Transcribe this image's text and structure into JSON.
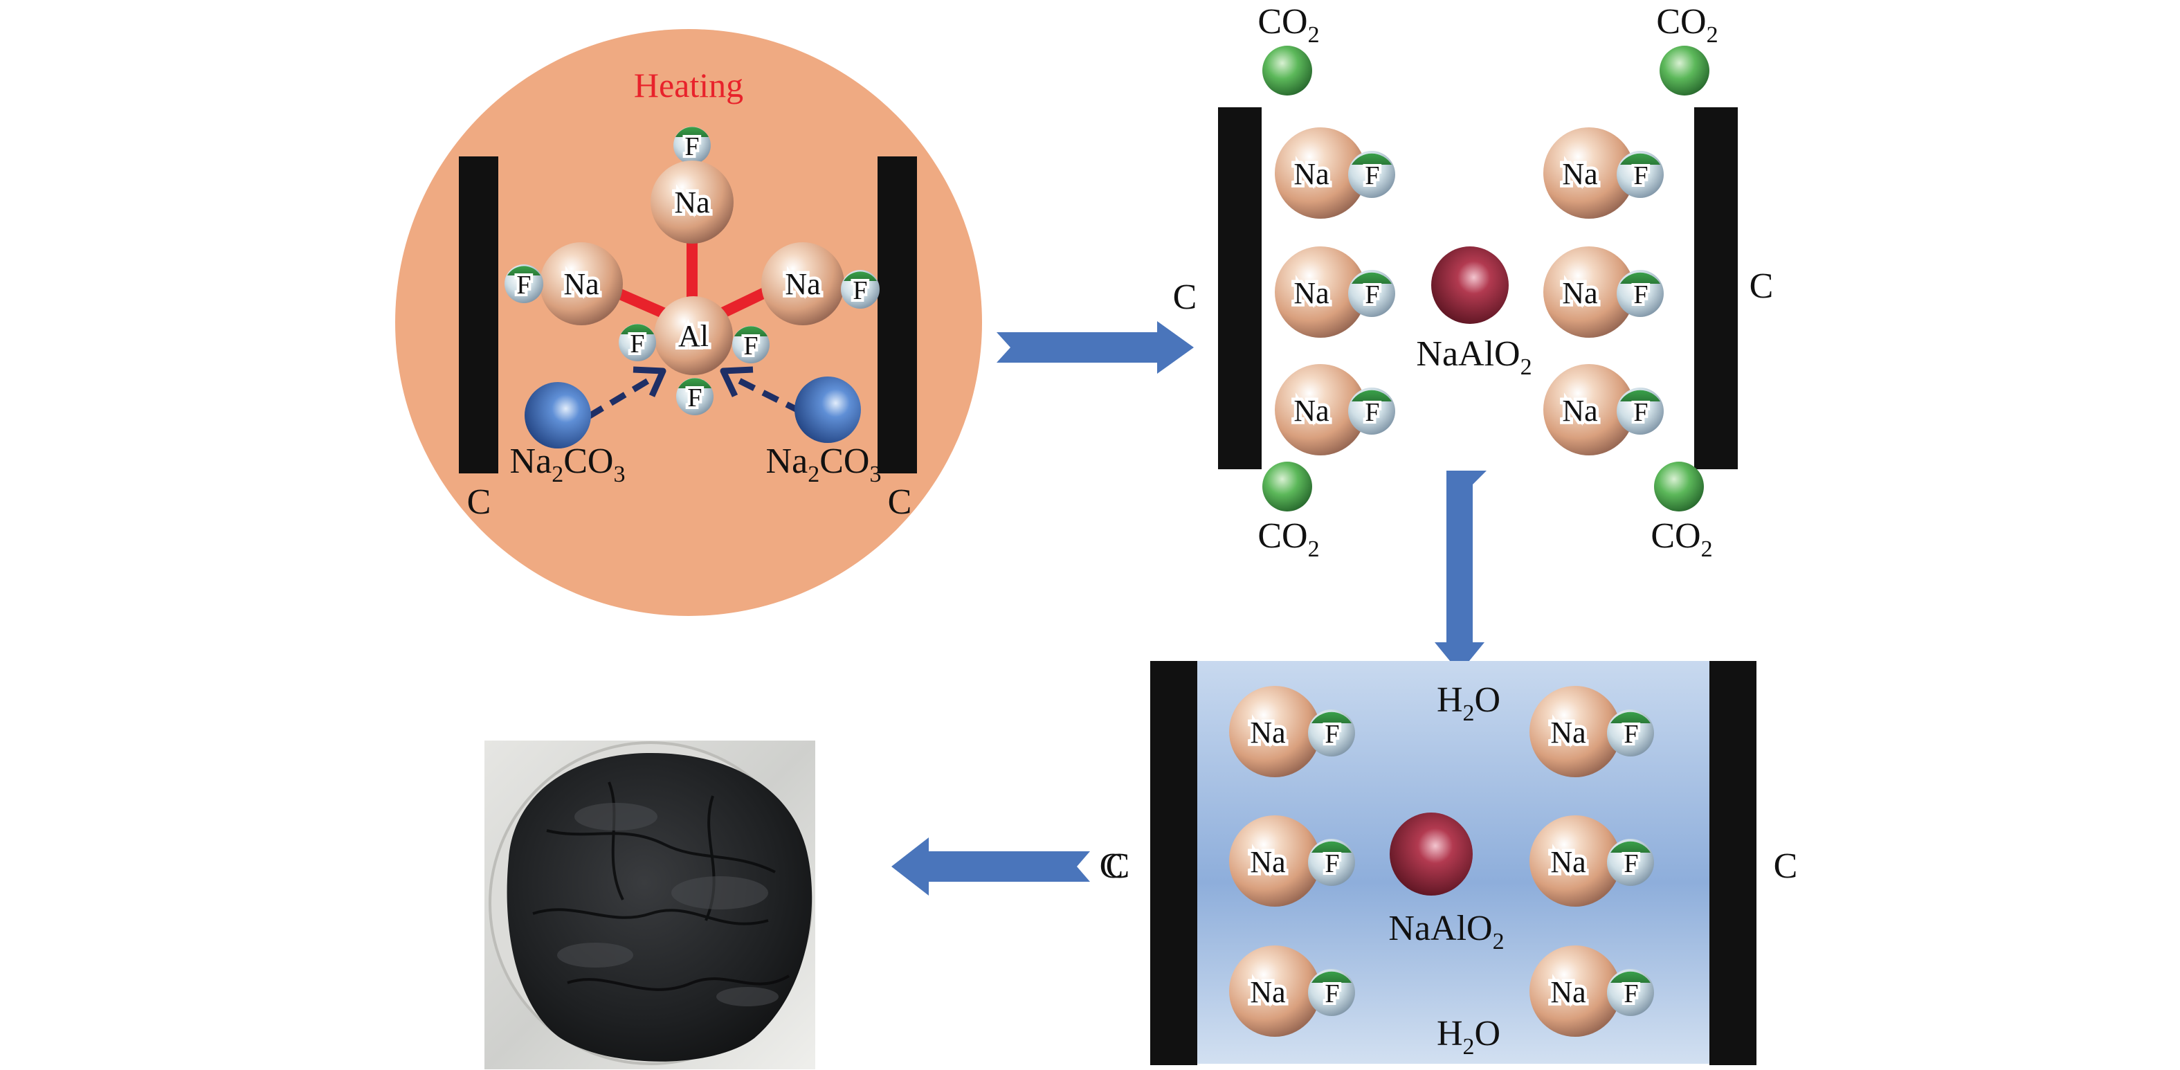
{
  "colors": {
    "heating_circle": "#efaa82",
    "heating_text": "#e8222b",
    "bond": "#e8222b",
    "electrode": "#111111",
    "arrow": "#4a75bb",
    "dashed_arrow": "#1e2f66",
    "solution_top": "#c5d7ee",
    "solution_mid": "#8fb0dc",
    "na_sphere": "#d9a07e",
    "f_sphere": "#cfdfe6",
    "co2_sphere": "#3f9a44",
    "naalo2_sphere": "#8a2334",
    "na2co3_sphere": "#3e6fbf",
    "product_powder": "#222426"
  },
  "panel1": {
    "title": "Heating",
    "center_atom": "Al",
    "na_atom": "Na",
    "f_atom": "F",
    "electrode_label": "C",
    "reagent": {
      "base": "Na",
      "sub1": "2",
      "mid": "CO",
      "sub2": "3"
    }
  },
  "panel2": {
    "gas": {
      "base": "CO",
      "sub": "2"
    },
    "na_atom": "Na",
    "f_atom": "F",
    "electrode_label": "C",
    "product": {
      "base": "NaAlO",
      "sub": "2"
    }
  },
  "panel3": {
    "water": {
      "base": "H",
      "sub": "2",
      "tail": "O"
    },
    "na_atom": "Na",
    "f_atom": "F",
    "electrode_label": "C",
    "product": {
      "base": "NaAlO",
      "sub": "2"
    }
  },
  "panel4": {
    "electrode_label": "C"
  }
}
